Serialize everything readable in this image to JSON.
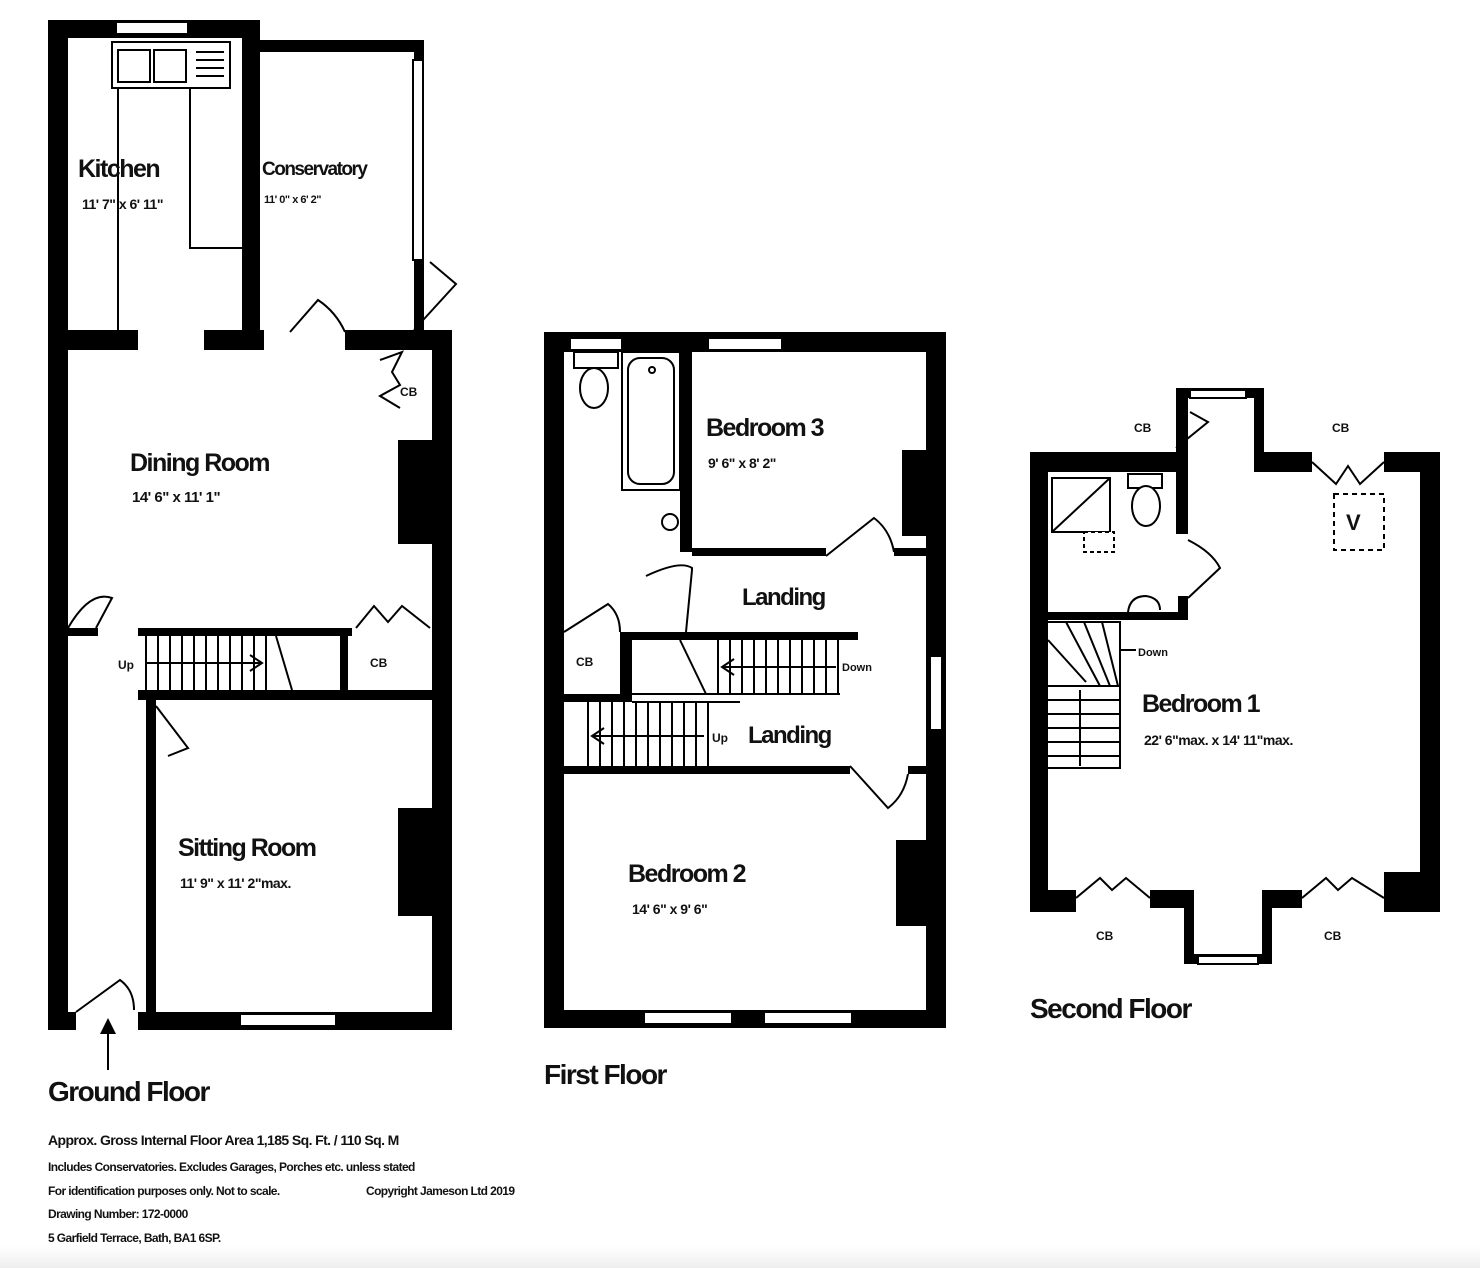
{
  "ground": {
    "title": "Ground Floor",
    "kitchen": {
      "name": "Kitchen",
      "dims": "11' 7\" x 6' 11\""
    },
    "conservatory": {
      "name": "Conservatory",
      "dims": "11' 0\" x 6' 2\""
    },
    "dining": {
      "name": "Dining Room",
      "dims": "14' 6\" x 11' 1\""
    },
    "sitting": {
      "name": "Sitting Room",
      "dims": "11' 9\" x 11' 2\"max."
    },
    "cb_1": "CB",
    "cb_2": "CB",
    "stairs_up": "Up"
  },
  "first": {
    "title": "First Floor",
    "bedroom3": {
      "name": "Bedroom 3",
      "dims": "9' 6\" x 8' 2\""
    },
    "bedroom2": {
      "name": "Bedroom 2",
      "dims": "14' 6\" x 9' 6\""
    },
    "landing_upper": "Landing",
    "landing_lower": "Landing",
    "cb": "CB",
    "stairs_down": "Down",
    "stairs_up": "Up"
  },
  "second": {
    "title": "Second Floor",
    "bedroom1": {
      "name": "Bedroom 1",
      "dims": "22' 6\"max. x 14' 11\"max."
    },
    "cb_top_left": "CB",
    "cb_top_right": "CB",
    "cb_bottom_left": "CB",
    "cb_bottom_right": "CB",
    "velux": "V",
    "stairs_down": "Down"
  },
  "footer": {
    "area": "Approx. Gross Internal Floor Area 1,185 Sq. Ft. / 110 Sq. M",
    "includes": "Includes Conservatories. Excludes Garages, Porches etc. unless stated",
    "disclaimer": "For identification purposes only. Not to scale.",
    "copyright": "Copyright Jameson Ltd 2019",
    "drawing_number": "Drawing Number: 172-0000",
    "address": "5 Garfield Terrace, Bath, BA1 6SP."
  }
}
